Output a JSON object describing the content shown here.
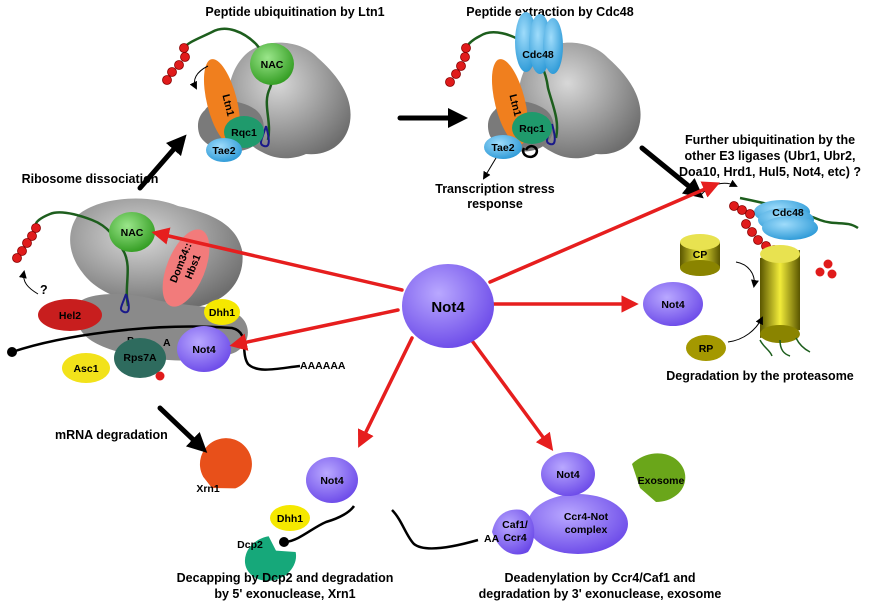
{
  "captions": {
    "ltn1": "Peptide ubiquitination by Ltn1",
    "cdc48": "Peptide extraction by Cdc48",
    "ribosome_dissociation": "Ribosome dissociation",
    "stress_line1": "Transcription stress",
    "stress_line2": "response",
    "further_line1": "Further ubiquitination by the",
    "further_line2": "other E3 ligases (Ubr1, Ubr2,",
    "further_line3": "Doa10, Hrd1, Hul5, Not4, etc) ?",
    "proteasome": "Degradation by the proteasome",
    "mrna_degradation": "mRNA degradation",
    "decap_line1": "Decapping by Dcp2 and degradation",
    "decap_line2": "by 5' exonuclease, Xrn1",
    "deadenyl_line1": "Deadenylation by Ccr4/Caf1 and",
    "deadenyl_line2": "degradation by 3' exonuclease, exosome"
  },
  "labels": {
    "nac": "NAC",
    "ltn1": "Ltn1",
    "rqc1": "Rqc1",
    "tae2": "Tae2",
    "cdc48": "Cdc48",
    "not4": "Not4",
    "hel2": "Hel2",
    "question": "?",
    "dom34_line1": "Dom34::",
    "dom34_line2": "Hbs1",
    "dhh1": "Dhh1",
    "site_p": "P",
    "site_a": "A",
    "rps7a": "Rps7A",
    "asc1": "Asc1",
    "polya": "AAAAAA",
    "cp": "CP",
    "rp": "RP",
    "xrn1": "Xrn1",
    "dcp2": "Dcp2",
    "exosome": "Exosome",
    "ccr4not_line1": "Ccr4-Not",
    "ccr4not_line2": "complex",
    "caf1_line1": "Caf1/",
    "caf1_line2": "Ccr4",
    "aa": "AA"
  },
  "colors": {
    "ribosome": "#8c8c8c",
    "nac": "#3fae2a",
    "ltn1": "#f07f1e",
    "rqc1": "#1f9a6c",
    "tae2": "#8fd1f0",
    "cdc48": "#3aa7e0",
    "not4": "#8060f0",
    "hel2": "#c81e1e",
    "dom34": "#f27b7b",
    "dhh1": "#f5e800",
    "rps7a": "#2e6b5e",
    "asc1": "#f2e21a",
    "proteasome": "#c8c000",
    "rp": "#a49800",
    "xrn1": "#e8501a",
    "dcp2": "#16a87a",
    "exosome": "#6aa61a",
    "ubiquitin": "#e01b1b",
    "arrow_red": "#e61e1e",
    "arrow_black": "#000000"
  }
}
